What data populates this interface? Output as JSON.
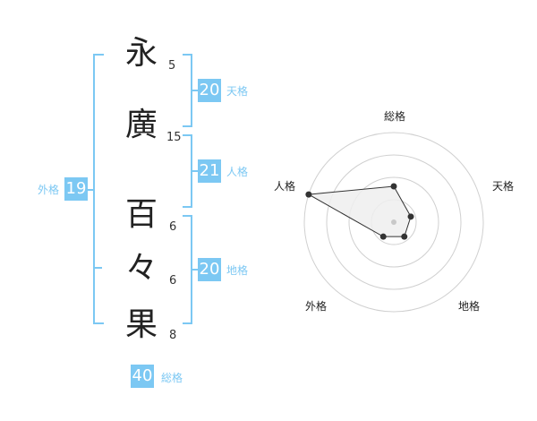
{
  "name": {
    "characters": [
      {
        "char": "永",
        "strokes": "5"
      },
      {
        "char": "廣",
        "strokes": "15"
      },
      {
        "char": "百",
        "strokes": "6"
      },
      {
        "char": "々",
        "strokes": "6"
      },
      {
        "char": "果",
        "strokes": "8"
      }
    ]
  },
  "fortunes": {
    "ten": {
      "value": "20",
      "label": "天格"
    },
    "jin": {
      "value": "21",
      "label": "人格"
    },
    "chi": {
      "value": "20",
      "label": "地格"
    },
    "gai": {
      "value": "19",
      "label": "外格"
    },
    "sou": {
      "value": "40",
      "label": "総格"
    }
  },
  "chart_data": {
    "type": "radar",
    "axes": [
      "総格",
      "天格",
      "地格",
      "外格",
      "人格"
    ],
    "values": [
      2,
      1,
      1,
      1,
      5
    ],
    "max": 5,
    "rings": 4,
    "colors": {
      "fill": "#efefef",
      "stroke": "#333333",
      "ring": "#d0d0d0",
      "point": "#333333",
      "center": "#c8c8c8"
    }
  }
}
